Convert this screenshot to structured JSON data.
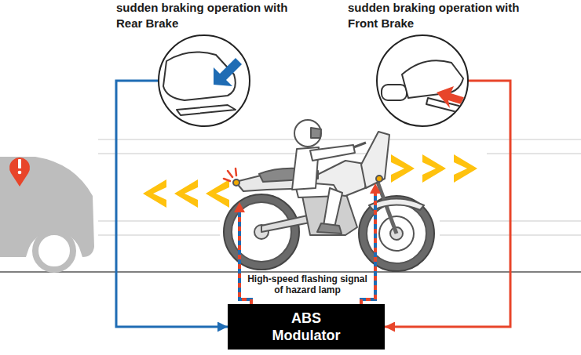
{
  "diagram": {
    "nodes": [
      {
        "text": [
          "sudden braking operation with Rear Brake"
        ]
      },
      {
        "text": [
          "sudden braking operation with Front Brake"
        ]
      },
      {
        "text": [
          "ABS Modulator"
        ]
      }
    ],
    "edges": [
      {
        "from": 0,
        "to": 2,
        "arrow": "to"
      },
      {
        "from": 1,
        "to": 2,
        "arrow": "to"
      }
    ],
    "labels": [
      "High-speed flashing signal of hazard lamp"
    ]
  }
}
